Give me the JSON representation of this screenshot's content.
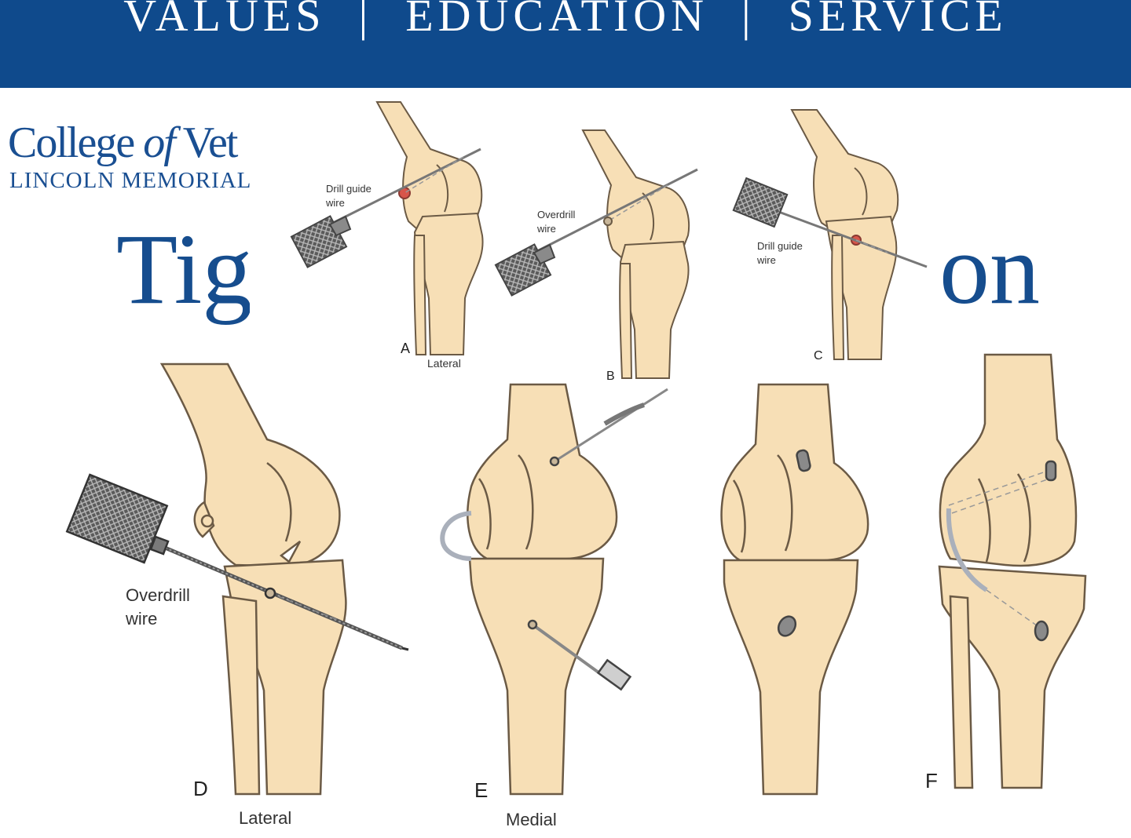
{
  "header": {
    "motto_1": "VALUES",
    "motto_2": "EDUCATION",
    "motto_3": "SERVICE",
    "separator": "|",
    "color": "#0f4a8c"
  },
  "logo": {
    "line1_a": "College ",
    "line1_of": "of",
    "line1_b": " Vet",
    "line2": "LINCOLN MEMORIAL"
  },
  "slide_title": {
    "left_fragment": "Tig",
    "right_fragment": "on",
    "color": "#164d8e"
  },
  "figure": {
    "bone_color": "#f7dfb6",
    "outline_color": "#6b5a45",
    "panels": {
      "A": {
        "letter": "A",
        "view": "Lateral",
        "callout": [
          "Drill guide",
          "wire"
        ]
      },
      "B": {
        "letter": "B",
        "callout": [
          "Overdrill",
          "wire"
        ]
      },
      "C": {
        "letter": "C",
        "callout": [
          "Drill guide",
          "wire"
        ]
      },
      "D": {
        "letter": "D",
        "view": "Lateral",
        "callout": [
          "Overdrill",
          "wire"
        ]
      },
      "E": {
        "letter": "E",
        "view": "Medial"
      },
      "F": {
        "letter": "F"
      }
    }
  }
}
